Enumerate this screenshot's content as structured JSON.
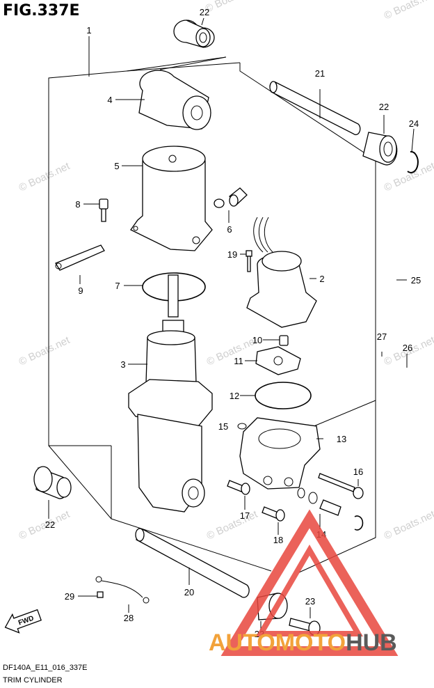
{
  "figure_title": "FIG.337E",
  "diagram_code": "DF140A_E11_016_337E",
  "diagram_name": "TRIM CYLINDER",
  "direction_label": "FWD",
  "watermark_text": "© Boats.net",
  "brand": {
    "part1": "AUTOMOTO",
    "part2": "HUB",
    "color_accent": "#f2a23a",
    "color_dark": "#5a5a5a",
    "logo_color": "#e8473e"
  },
  "callouts": {
    "c1": "1",
    "c2": "2",
    "c3": "3",
    "c4": "4",
    "c5": "5",
    "c6": "6",
    "c7": "7",
    "c8": "8",
    "c9": "9",
    "c10": "10",
    "c11": "11",
    "c12": "12",
    "c13": "13",
    "c14": "14",
    "c15": "15",
    "c16": "16",
    "c17": "17",
    "c18": "18",
    "c19": "19",
    "c20": "20",
    "c21": "21",
    "c22a": "22",
    "c22b": "22",
    "c22c": "22",
    "c22d": "22",
    "c23": "23",
    "c24": "24",
    "c25": "25",
    "c26": "26",
    "c27": "27",
    "c28": "28",
    "c29": "29"
  }
}
